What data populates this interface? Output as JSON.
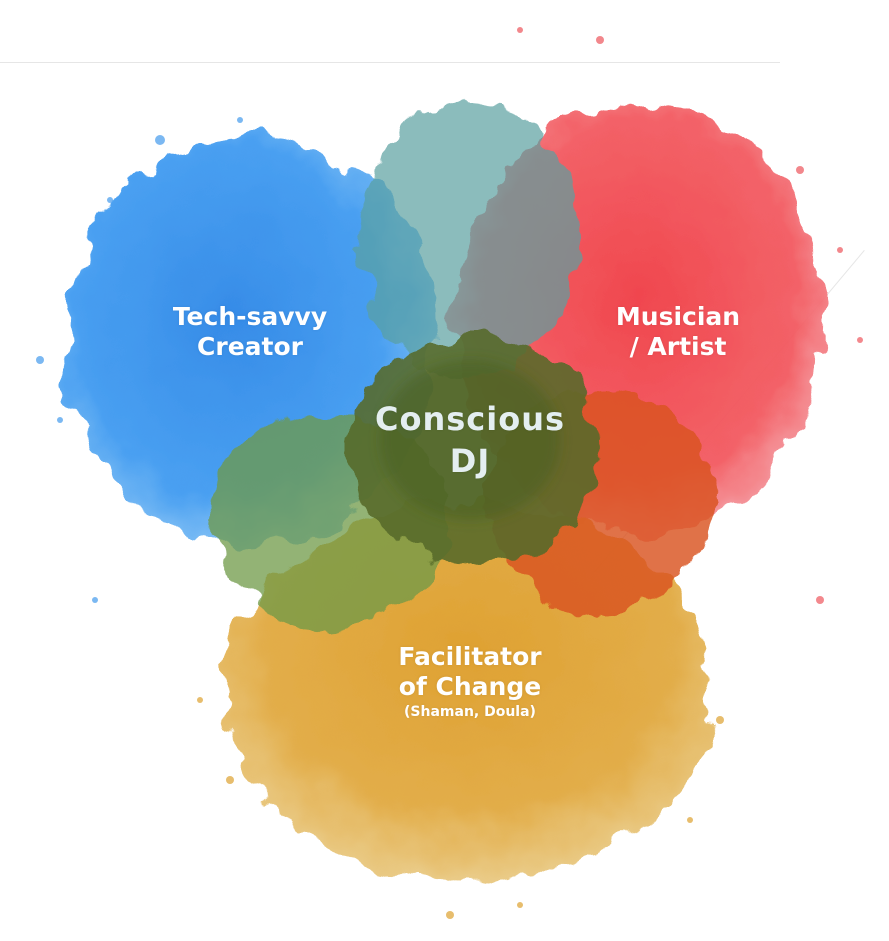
{
  "diagram": {
    "circles": [
      {
        "id": "tech",
        "lines": [
          "Tech-savvy",
          "Creator"
        ],
        "color": "#2f8fe8"
      },
      {
        "id": "music",
        "lines": [
          "Musician",
          "/ Artist"
        ],
        "color": "#f0414a"
      },
      {
        "id": "facil",
        "lines": [
          "Facilitator",
          "of Change"
        ],
        "sub": "(Shaman, Doula)",
        "color": "#e2a12c"
      }
    ],
    "center": {
      "lines": [
        "Conscious",
        "DJ"
      ],
      "color": "#4f6a2c"
    },
    "colors": {
      "blue": "#2f8fe8",
      "red": "#f0414a",
      "yellow": "#e2a12c",
      "green_overlap": "#3e9a9c",
      "olive_center": "#5a6a2c",
      "orange_overlap": "#d9531f"
    }
  }
}
